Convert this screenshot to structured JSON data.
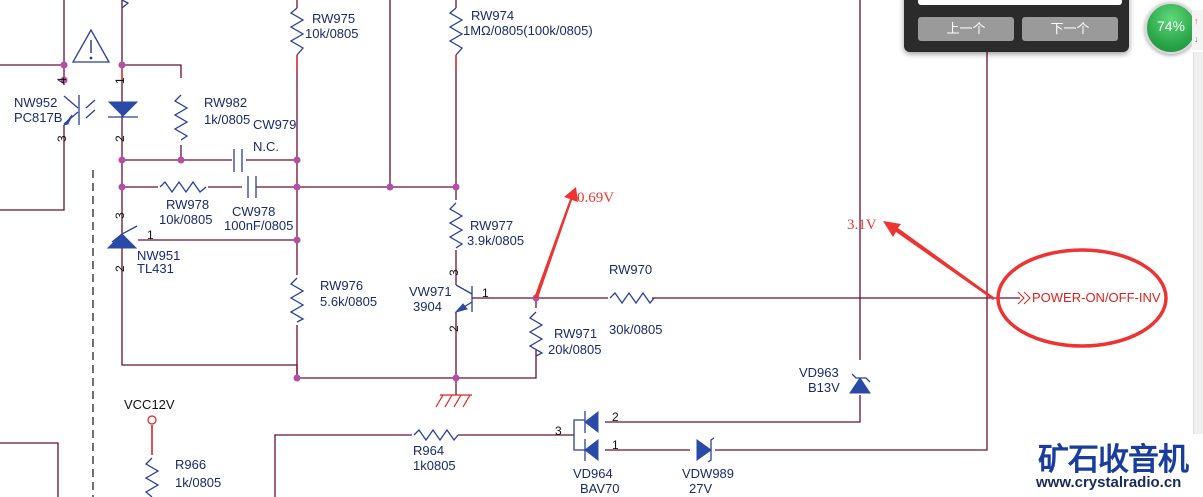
{
  "find_panel": {
    "prev_label": "上一个",
    "next_label": "下一个"
  },
  "badge": {
    "value": "74%"
  },
  "logo": {
    "title": "矿石收音机",
    "url": "www.crystalradio.cn"
  },
  "annotations": {
    "voltage_base": "0.69V",
    "voltage_vd963": "3.1V",
    "highlight_color": "#ee3333"
  },
  "net_labels": {
    "power_on_off": "POWER-ON/OFF-INV",
    "vcc": "VCC12V"
  },
  "components": {
    "RW975": {
      "ref": "RW975",
      "value": "10k/0805"
    },
    "RW974": {
      "ref": "RW974",
      "value": "1MΩ/0805(100k/0805)"
    },
    "NW952": {
      "ref": "NW952",
      "value": "PC817B"
    },
    "RW982": {
      "ref": "RW982",
      "value": "1k/0805"
    },
    "CW979": {
      "ref": "CW979",
      "value": "N.C."
    },
    "RW978": {
      "ref": "RW978",
      "value": "10k/0805"
    },
    "CW978": {
      "ref": "CW978",
      "value": "100nF/0805"
    },
    "NW951": {
      "ref": "NW951",
      "value": "TL431"
    },
    "RW976": {
      "ref": "RW976",
      "value": "5.6k/0805"
    },
    "RW977": {
      "ref": "RW977",
      "value": "3.9k/0805"
    },
    "VW971": {
      "ref": "VW971",
      "value": "3904"
    },
    "RW970": {
      "ref": "RW970",
      "value": "30k/0805"
    },
    "RW971": {
      "ref": "RW971",
      "value": "20k/0805"
    },
    "VD963": {
      "ref": "VD963",
      "value": "B13V"
    },
    "R966": {
      "ref": "R966",
      "value": "1k/0805"
    },
    "R964": {
      "ref": "R964",
      "value": "1k0805"
    },
    "VD964": {
      "ref": "VD964",
      "value": "BAV70"
    },
    "VDW989": {
      "ref": "VDW989",
      "value": "27V"
    }
  },
  "pins": {
    "p1": "1",
    "p2": "2",
    "p3": "3",
    "p4": "4"
  }
}
